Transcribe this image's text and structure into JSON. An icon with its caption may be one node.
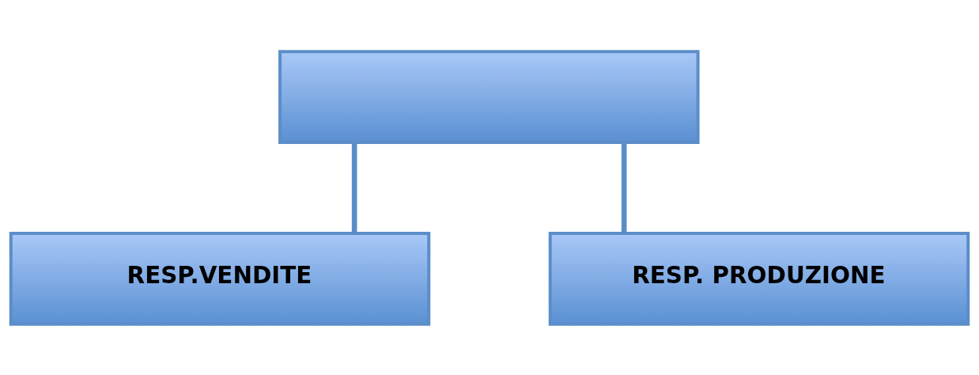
{
  "diagram": {
    "nodes": [
      {
        "text": [],
        "shape": "box"
      },
      {
        "text": [
          "RESP.VENDITE"
        ]
      },
      {
        "text": [
          "RESP. PRODUZIONE"
        ]
      }
    ],
    "edges": [
      {
        "from": 0,
        "to": 1,
        "arrow": "none"
      },
      {
        "from": 0,
        "to": 2,
        "arrow": "none"
      }
    ]
  }
}
